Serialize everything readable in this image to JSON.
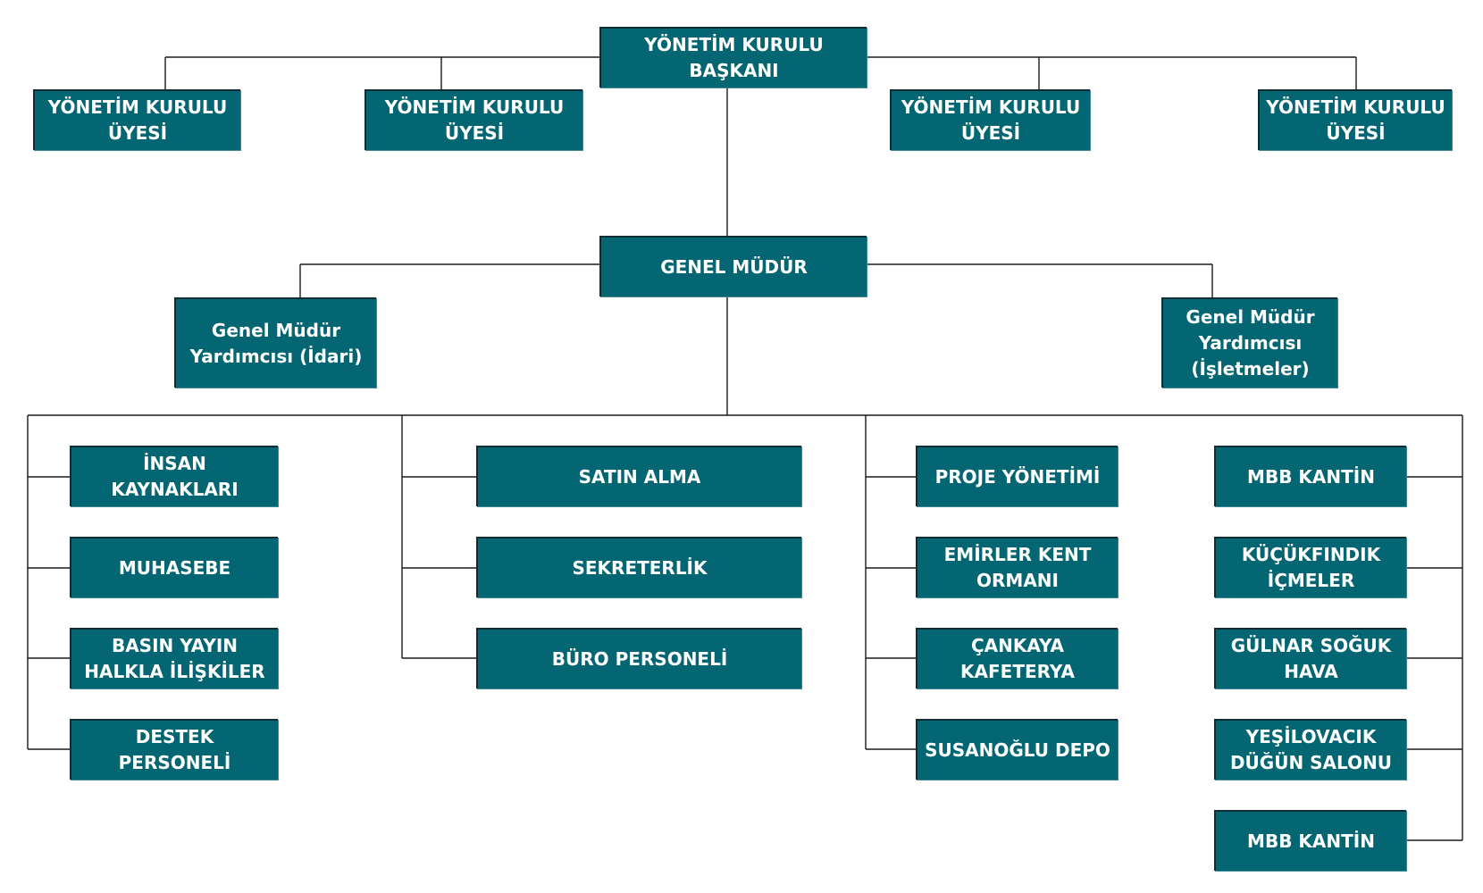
{
  "board": {
    "chairman": "YÖNETİM KURULU\nBAŞKANI",
    "members": [
      "YÖNETİM KURULU\nÜYESİ",
      "YÖNETİM KURULU\nÜYESİ",
      "YÖNETİM KURULU\nÜYESİ",
      "YÖNETİM KURULU\nÜYESİ"
    ]
  },
  "management": {
    "general_manager": "GENEL MÜDÜR",
    "deputy_admin": "Genel Müdür\nYardımcısı (İdari)",
    "deputy_operations": "Genel Müdür\nYardımcısı\n(İşletmeler)"
  },
  "departments": {
    "col1": [
      "İNSAN KAYNAKLARI",
      "MUHASEBE",
      "BASIN YAYIN\nHALKLA İLİŞKİLER",
      "DESTEK PERSONELİ"
    ],
    "col2": [
      "SATIN ALMA",
      "SEKRETERLİK",
      "BÜRO PERSONELİ"
    ],
    "col3": [
      "PROJE YÖNETİMİ",
      "EMİRLER KENT\nORMANI",
      "ÇANKAYA\nKAFETERYA",
      "SUSANOĞLU DEPO"
    ],
    "col4": [
      "MBB KANTİN",
      "KÜÇÜKFINDIK\nİÇMELER",
      "GÜLNAR SOĞUK\nHAVA",
      "YEŞİLOVACIK\nDÜĞÜN SALONU",
      "MBB KANTİN"
    ]
  }
}
